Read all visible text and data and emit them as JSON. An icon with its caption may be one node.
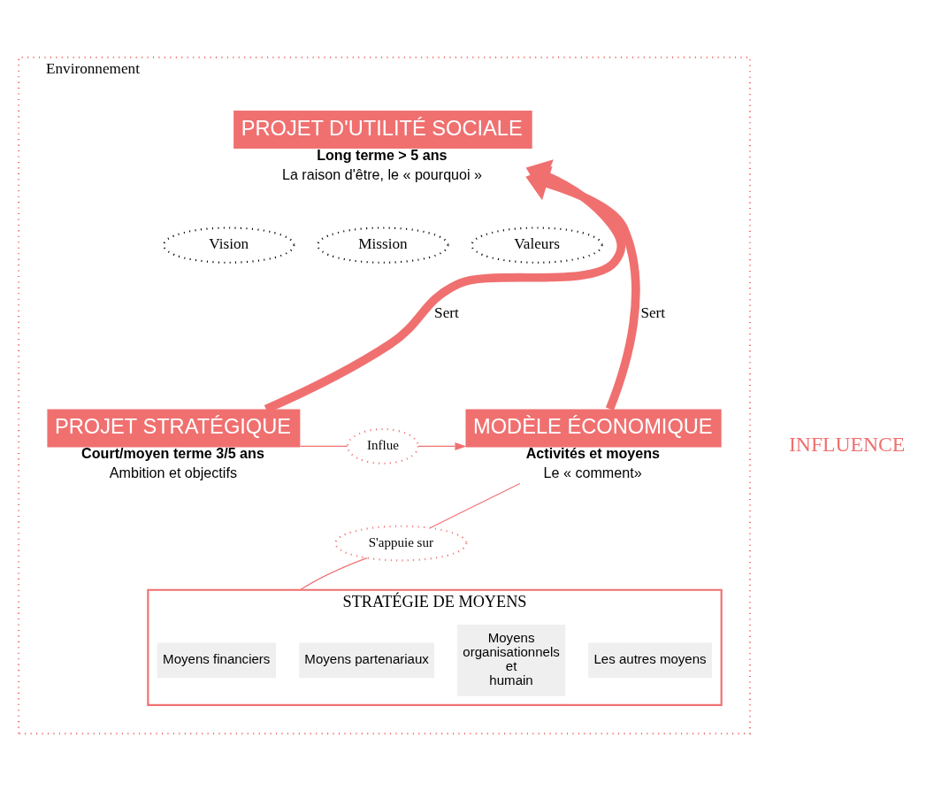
{
  "diagram": {
    "nodes": [
      {
        "text": [
          "Environnement"
        ]
      },
      {
        "text": [
          "PROJET D'UTILITÉ SOCIALE"
        ],
        "in": 0,
        "beside": [
          "Long terme > 5 ans",
          "La raison d'être, le « pourquoi »"
        ]
      },
      {
        "text": [
          "Vision"
        ],
        "in": 0
      },
      {
        "text": [
          "Mission"
        ],
        "in": 0
      },
      {
        "text": [
          "Valeurs"
        ],
        "in": 0
      },
      {
        "text": [
          "PROJET STRATÉGIQUE"
        ],
        "in": 0,
        "beside": [
          "Court/moyen terme 3/5 ans",
          "Ambition et objectifs"
        ]
      },
      {
        "text": [
          "Influe"
        ],
        "in": 0
      },
      {
        "text": [
          "MODÈLE ÉCONOMIQUE"
        ],
        "in": 0,
        "beside": [
          "Activités et moyens",
          "Le « comment»"
        ]
      },
      {
        "text": [
          "S'appuie sur"
        ],
        "in": 0
      },
      {
        "text": [
          "STRATÉGIE DE MOYENS"
        ],
        "in": 0
      },
      {
        "text": [
          "Moyens financiers"
        ],
        "in": 9
      },
      {
        "text": [
          "Moyens partenariaux"
        ],
        "in": 9
      },
      {
        "text": [
          "Moyens organisationnels et humain"
        ],
        "in": 9
      },
      {
        "text": [
          "Les autres moyens"
        ],
        "in": 9
      }
    ],
    "edges": [
      {
        "from": 5,
        "to": 1,
        "arrow": "to",
        "label": "Sert",
        "style": "thick"
      },
      {
        "from": 7,
        "to": 1,
        "arrow": "to",
        "label": "Sert",
        "style": "thick"
      },
      {
        "from": 5,
        "to": 6,
        "arrow": "none"
      },
      {
        "from": 6,
        "to": 7,
        "arrow": "to"
      },
      {
        "from": 7,
        "to": 8,
        "arrow": "none"
      },
      {
        "from": 8,
        "to": 9,
        "arrow": "none"
      }
    ],
    "labels": [
      "INFLUENCE"
    ]
  }
}
